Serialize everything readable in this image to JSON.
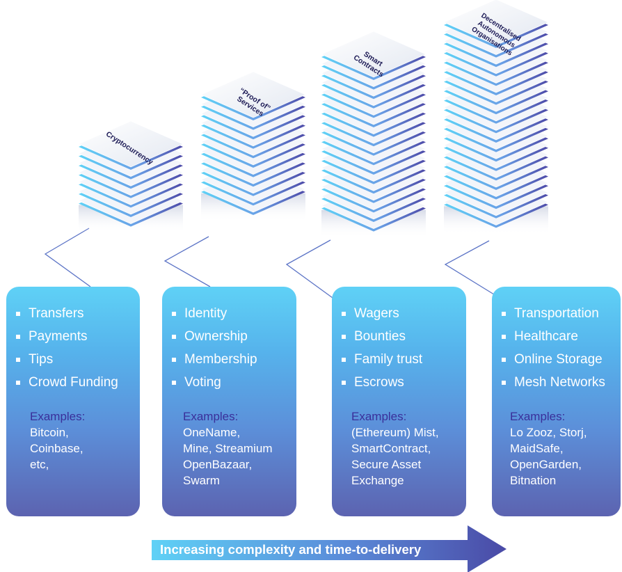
{
  "stacks": [
    {
      "label_lines": [
        "Cryptocurrency"
      ]
    },
    {
      "label_lines": [
        "“Proof of”",
        "Services"
      ]
    },
    {
      "label_lines": [
        "Smart",
        "Contracts"
      ]
    },
    {
      "label_lines": [
        "Decentralised",
        "Autonomous",
        "Organisations"
      ]
    }
  ],
  "cards": [
    {
      "bullets": [
        "Transfers",
        "Payments",
        "Tips",
        "Crowd Funding"
      ],
      "examples_title": "Examples:",
      "examples": [
        "Bitcoin,",
        "Coinbase,",
        "etc,"
      ]
    },
    {
      "bullets": [
        "Identity",
        "Ownership",
        "Membership",
        "Voting"
      ],
      "examples_title": "Examples:",
      "examples": [
        "OneName,",
        "Mine, Streamium",
        "OpenBazaar,",
        "Swarm"
      ]
    },
    {
      "bullets": [
        "Wagers",
        "Bounties",
        "Family trust",
        "Escrows"
      ],
      "examples_title": "Examples:",
      "examples": [
        "(Ethereum) Mist,",
        "SmartContract,",
        "Secure Asset",
        "Exchange"
      ]
    },
    {
      "bullets": [
        "Transportation",
        "Healthcare",
        "Online Storage",
        "Mesh Networks"
      ],
      "examples_title": "Examples:",
      "examples": [
        "Lo Zooz, Storj,",
        "MaidSafe,",
        "OpenGarden,",
        "Bitnation"
      ]
    }
  ],
  "banner": {
    "text": "Increasing complexity and time-to-delivery"
  },
  "colors": {
    "card_top": "#5fd1f6",
    "card_bottom": "#5c63b0",
    "examples_title": "#3a2f9a",
    "connector": "#5c74c6",
    "layer_blue": "#5fc8f4",
    "layer_purple": "#4d4aa8",
    "arrow_start": "#5fd1f6",
    "arrow_end": "#4a4aa6"
  }
}
